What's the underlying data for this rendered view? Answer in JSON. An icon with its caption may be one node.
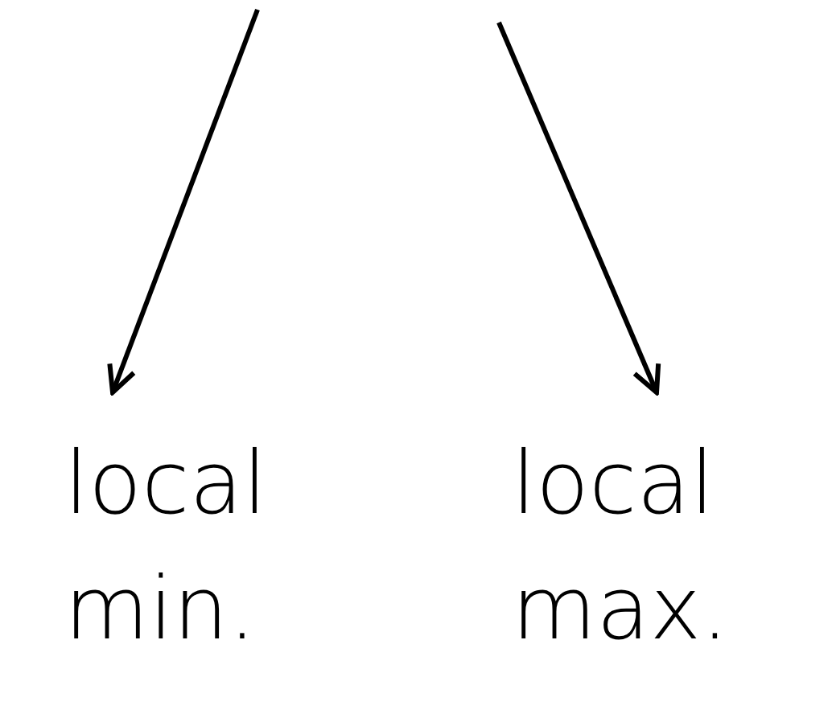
{
  "diagram": {
    "nodes": [
      {
        "text": [
          "local min."
        ]
      },
      {
        "text": [
          "local max."
        ]
      }
    ],
    "edges": [
      {
        "from": null,
        "to": 0,
        "arrow": "to"
      },
      {
        "from": null,
        "to": 1,
        "arrow": "to"
      }
    ]
  }
}
